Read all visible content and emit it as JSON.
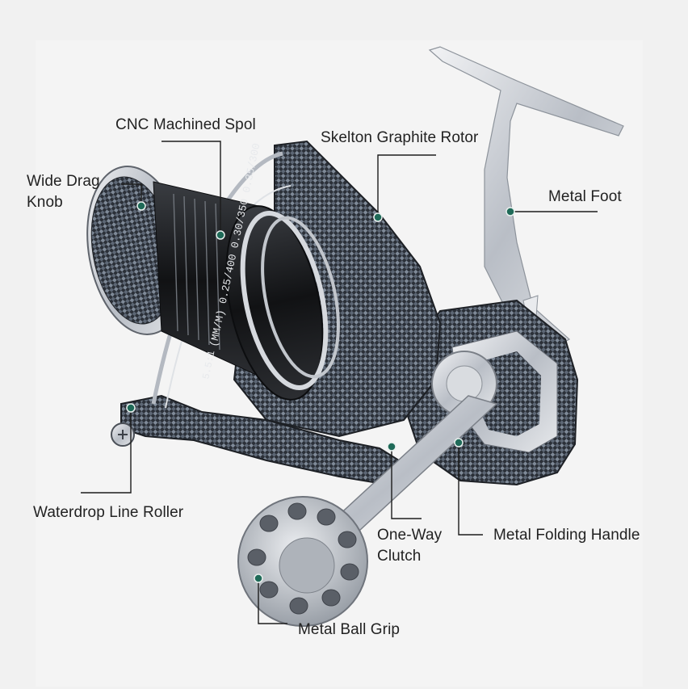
{
  "labels": {
    "cnc_spool": "CNC Machined Spol",
    "rotor": "Skelton Graphite Rotor",
    "drag_knob_line1": "Wide Drag",
    "drag_knob_line2": "Knob",
    "metal_foot": "Metal Foot",
    "line_roller": "Waterdrop Line Roller",
    "clutch_line1": "One-Way",
    "clutch_line2": "Clutch",
    "folding_handle": "Metal Folding Handle",
    "ball_grip": "Metal Ball Grip"
  },
  "spool_markings": {
    "capacity": "(MM/M) 0.25/400 0.30/350 0.35/300",
    "ratio": "5.5:1"
  },
  "colors": {
    "background": "#f1f1f1",
    "leader_line": "#1c1c1c",
    "dot": "#1f6a58",
    "carbon_dark": "#2a2f36",
    "carbon_light": "#8b95a3",
    "silver": "#c9cdd3"
  }
}
